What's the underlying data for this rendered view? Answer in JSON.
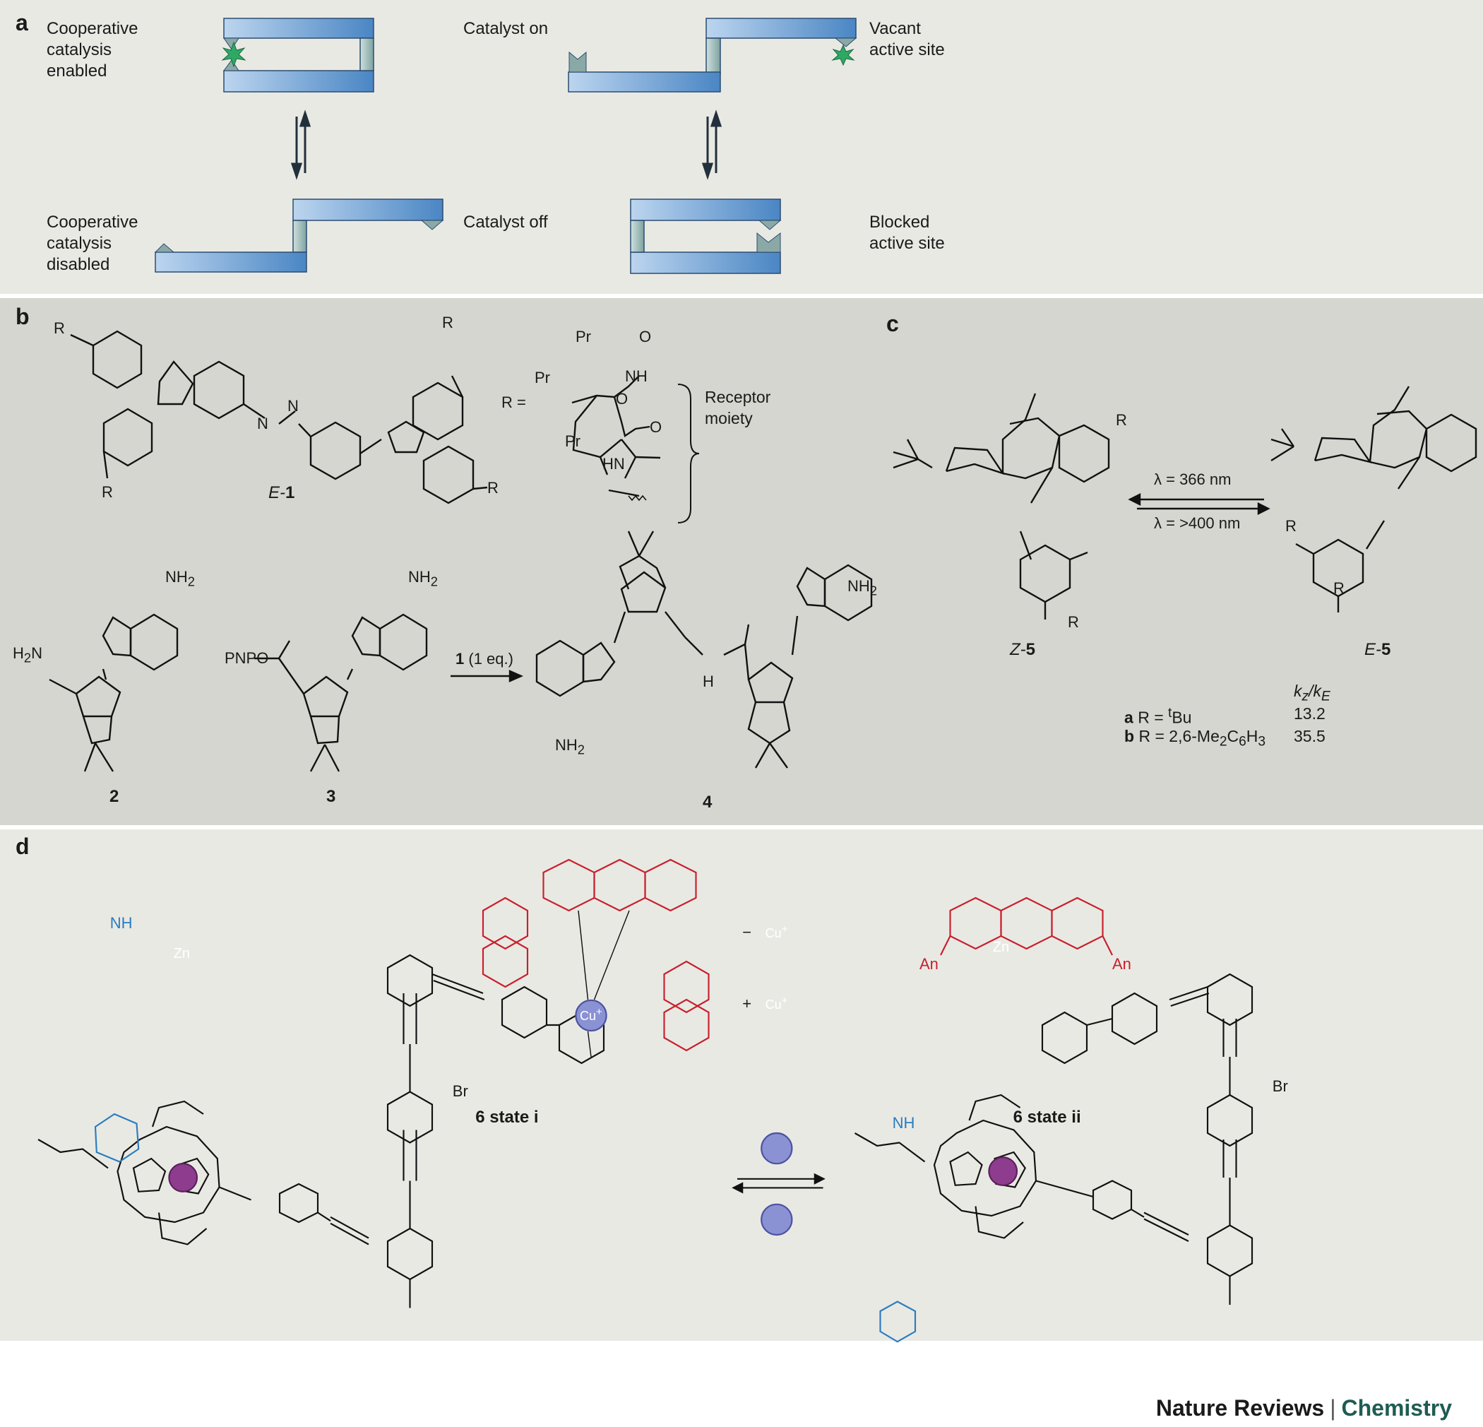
{
  "panel_labels": {
    "a": "a",
    "b": "b",
    "c": "c",
    "d": "d"
  },
  "panel_a": {
    "coop_enabled": "Cooperative\ncatalysis\nenabled",
    "catalyst_on": "Catalyst on",
    "vacant_site": "Vacant\nactive site",
    "coop_disabled": "Cooperative\ncatalysis\ndisabled",
    "catalyst_off": "Catalyst off",
    "blocked_site": "Blocked\nactive site"
  },
  "panel_b": {
    "r_label": "R",
    "r_eq": "R =",
    "pr": "Pr",
    "o": "O",
    "nh": "NH",
    "hn": "HN",
    "n": "N",
    "receptor": "Receptor\nmoiety",
    "e1_prefix": "E-",
    "e1_num": "1",
    "nh2": "NH",
    "h2n": "H",
    "pnpo": "PNPO",
    "reagent_num": "1",
    "reagent_text": " (1 eq.)",
    "cmpd2": "2",
    "cmpd3": "3",
    "cmpd4": "4",
    "h": "H"
  },
  "panel_c": {
    "lambda1": "λ = 366 nm",
    "lambda2": "λ = >400 nm",
    "z5_prefix": "Z-",
    "z5_num": "5",
    "e5_prefix": "E-",
    "e5_num": "5",
    "k_header": "k",
    "row_a_label": "a",
    "row_a_r": "R = ",
    "row_a_val": "13.2",
    "row_b_label": "b",
    "row_b_r": "R = 2,6-Me",
    "row_b_val": "35.5"
  },
  "panel_d": {
    "zn": "Zn",
    "cu": "Cu",
    "an": "An",
    "br": "Br",
    "nh": "NH",
    "minus_cu": "−",
    "plus_cu": "+",
    "state_i": "6 state i",
    "state_ii": "6 state ii"
  },
  "footer": {
    "journal": "Nature Reviews",
    "sep": "|",
    "section": "Chemistry"
  },
  "colors": {
    "bar_dark": "#4a86c4",
    "bar_light": "#b9d2ee",
    "star": "#2fa864",
    "red": "#c8202c",
    "blue": "#2a7dbf",
    "cu": "#7b82c6",
    "zn": "#8e3c8e"
  }
}
